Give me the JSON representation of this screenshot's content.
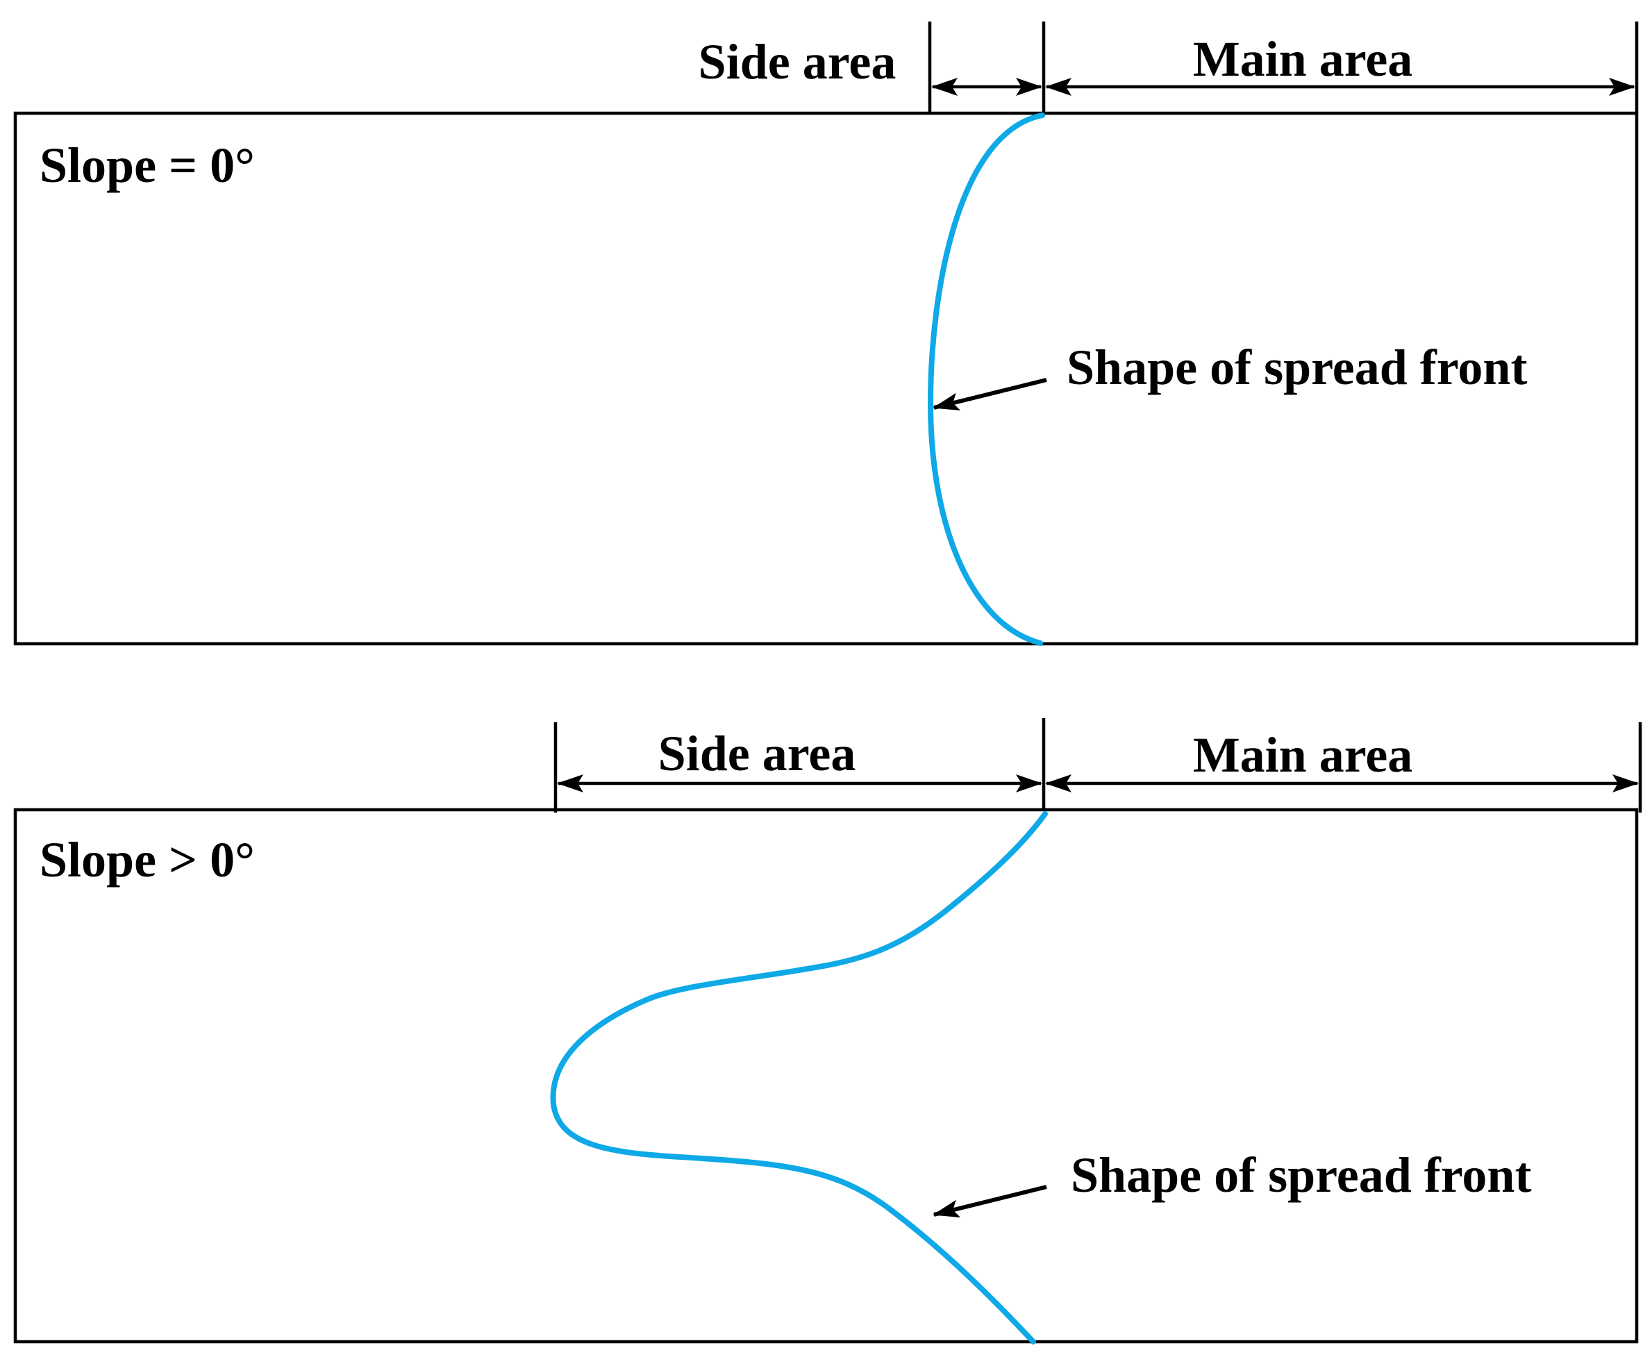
{
  "colors": {
    "front": "#0EA9E6",
    "lines": "#000000"
  },
  "panels": [
    {
      "slope_label": "Slope = 0°",
      "side_area_label": "Side area",
      "main_area_label": "Main area",
      "front_label": "Shape of spread front"
    },
    {
      "slope_label": "Slope > 0°",
      "side_area_label": "Side area",
      "main_area_label": "Main area",
      "front_label": "Shape of spread front"
    }
  ]
}
